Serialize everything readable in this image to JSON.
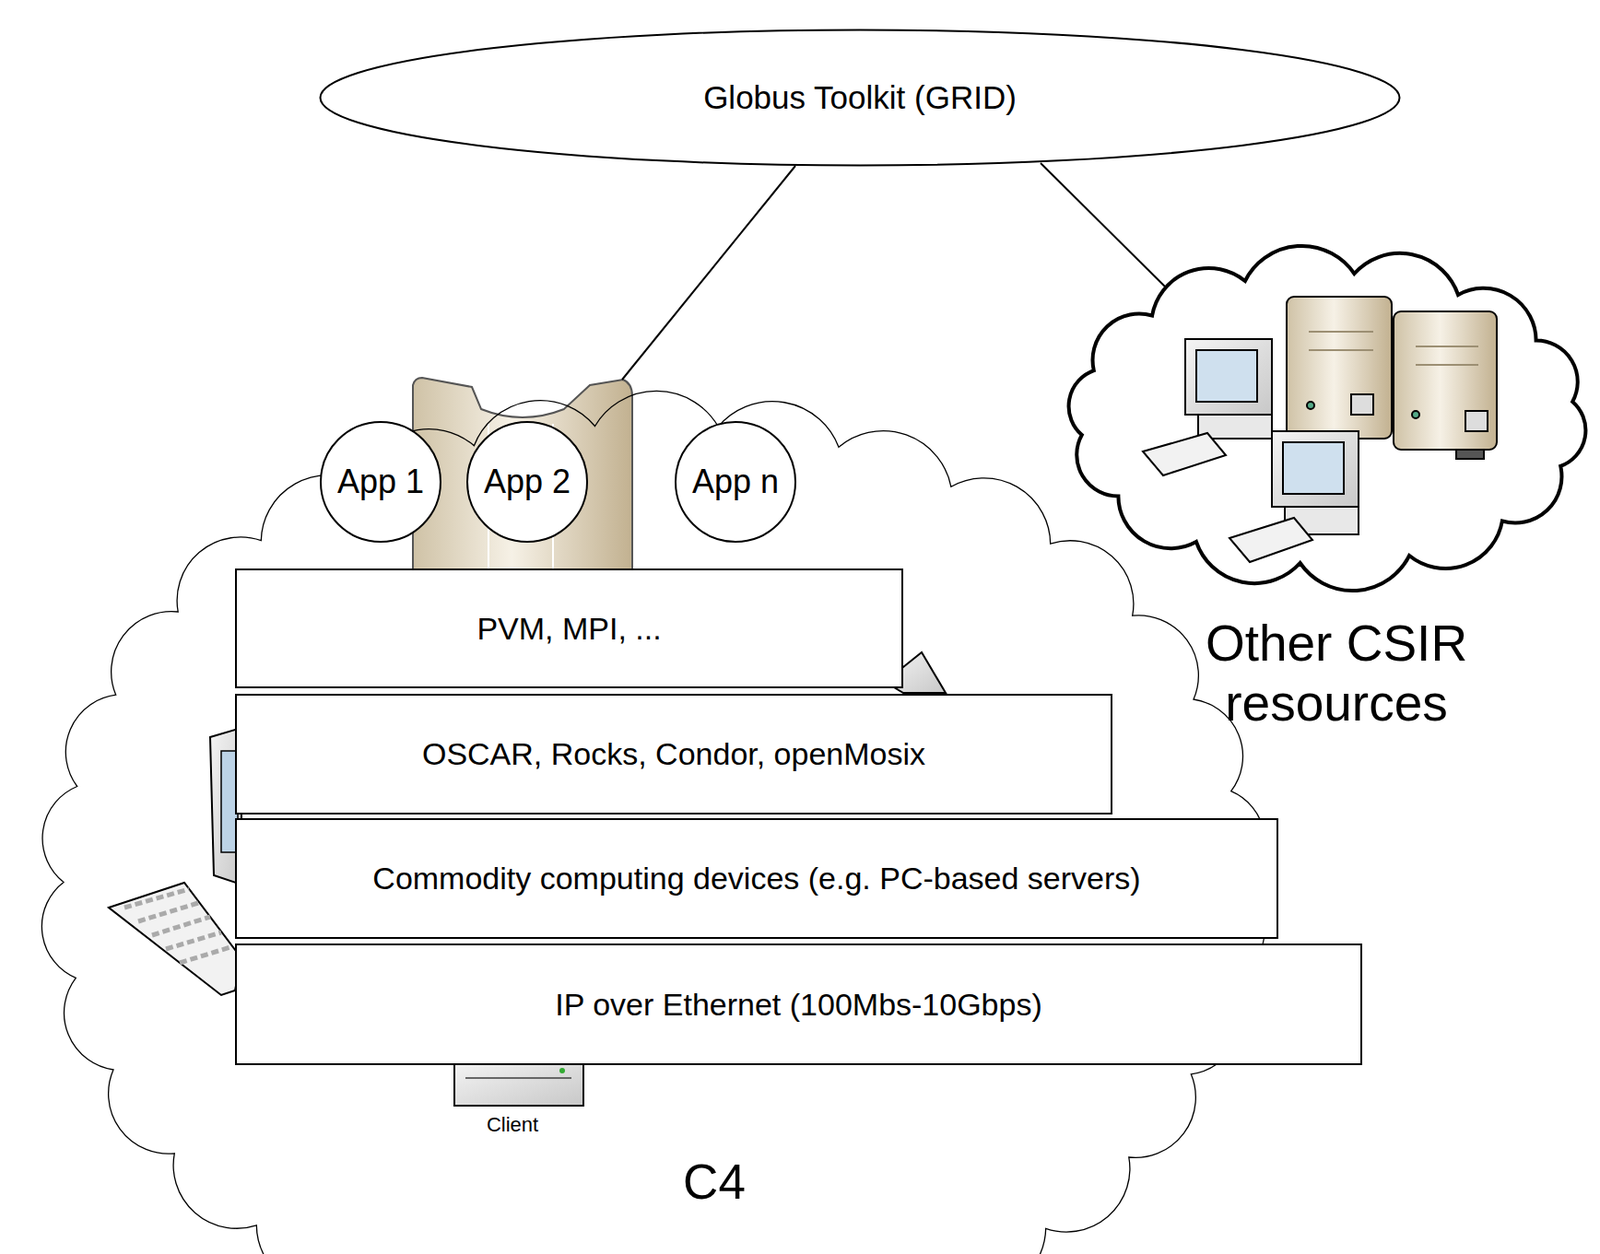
{
  "diagram": {
    "nodes": [
      {
        "text": [
          "Globus Toolkit (GRID)"
        ]
      },
      {
        "text": [
          "C4"
        ]
      },
      {
        "text": [
          "App 1"
        ],
        "in": 1
      },
      {
        "text": [
          "App 2"
        ],
        "in": 1
      },
      {
        "text": [
          "App n"
        ],
        "in": 1
      },
      {
        "text": [
          "PVM, MPI, ..."
        ],
        "in": 1
      },
      {
        "text": [
          "OSCAR, Rocks, Condor, openMosix"
        ],
        "in": 1
      },
      {
        "text": [
          "Commodity computing devices (e.g. PC-based servers)"
        ],
        "in": 1
      },
      {
        "text": [
          "IP over Ethernet (100Mbs-10Gbps)"
        ],
        "in": 1
      },
      {
        "text": [
          "Other CSIR resources"
        ]
      }
    ],
    "edges": [
      {
        "from": 0,
        "to": 1,
        "arrow": "none"
      },
      {
        "from": 0,
        "to": 9,
        "arrow": "none"
      }
    ],
    "labels": [
      "Client"
    ]
  }
}
